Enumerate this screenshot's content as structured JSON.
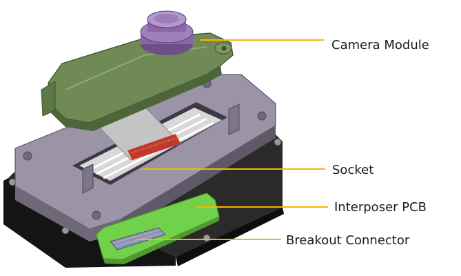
{
  "diagram": {
    "callouts": [
      {
        "id": "camera-module",
        "label": "Camera Module"
      },
      {
        "id": "socket",
        "label": "Socket"
      },
      {
        "id": "interposer-pcb",
        "label": "Interposer PCB"
      },
      {
        "id": "breakout-connector",
        "label": "Breakout Connector"
      }
    ],
    "colors": {
      "leader_line": "#f5b800",
      "camera_body": "#6f8a55",
      "camera_lens": "#9a72b8",
      "socket_frame": "#8e8598",
      "base_block": "#1c1c1c",
      "flex_cable": "#c4c4c4",
      "flex_contacts": "#c0392b",
      "interposer_pcb": "#72d14a",
      "breakout_connector": "#8f94b0"
    }
  }
}
